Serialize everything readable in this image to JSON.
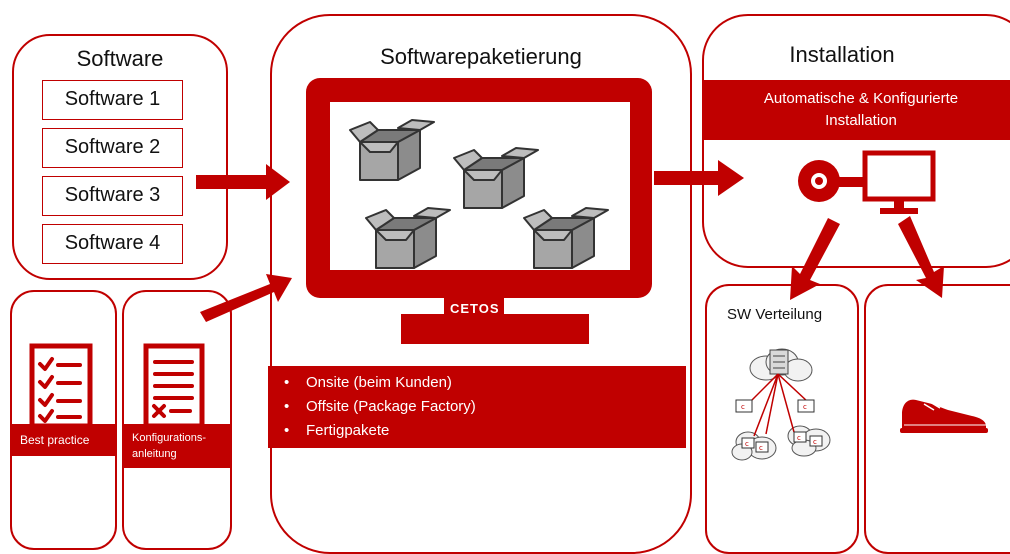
{
  "software_panel": {
    "title": "Software",
    "items": [
      "Software 1",
      "Software 2",
      "Software 3",
      "Software 4"
    ]
  },
  "docs": {
    "best_practice": "Best practice",
    "konfig_line1": "Konfigurations-",
    "konfig_line2": "anleitung"
  },
  "packaging": {
    "title": "Softwarepaketierung",
    "monitor_brand": "CETOS",
    "bullets": [
      "Onsite (beim Kunden)",
      "Offsite (Package Factory)",
      "Fertigpakete"
    ]
  },
  "installation": {
    "title": "Installation",
    "banner_line1": "Automatische & Konfigurierte",
    "banner_line2": "Installation"
  },
  "distribution": {
    "title": "SW Verteilung"
  },
  "icons": {
    "checklist": "checklist-icon",
    "config_doc": "config-document-icon",
    "box": "open-box-icon",
    "disc": "disc-icon",
    "monitor": "monitor-icon",
    "network": "network-distribution-icon",
    "shoe": "shoe-icon"
  },
  "colors": {
    "accent": "#c00000",
    "box_fill": "#a6a6a6",
    "box_stroke": "#333333"
  }
}
